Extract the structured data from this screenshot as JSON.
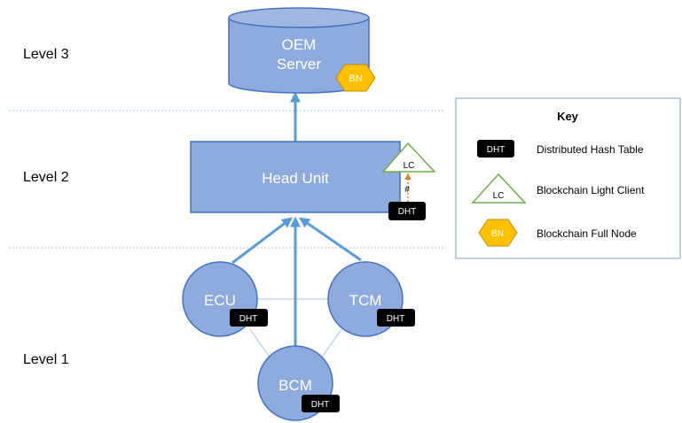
{
  "levels": {
    "level3": "Level 3",
    "level2": "Level 2",
    "level1": "Level 1"
  },
  "nodes": {
    "oem_server": {
      "line1": "OEM",
      "line2": "Server",
      "badge": "BN"
    },
    "head_unit": {
      "label": "Head Unit",
      "badge": "DHT",
      "light_client": "LC",
      "hash_symbol": "#"
    },
    "ecu": {
      "label": "ECU",
      "badge": "DHT"
    },
    "tcm": {
      "label": "TCM",
      "badge": "DHT"
    },
    "bcm": {
      "label": "BCM",
      "badge": "DHT"
    }
  },
  "key": {
    "title": "Key",
    "items": [
      {
        "symbol": "DHT",
        "label": "Distributed Hash Table"
      },
      {
        "symbol": "LC",
        "label": "Blockchain Light Client"
      },
      {
        "symbol": "BN",
        "label": "Blockchain Full Node"
      }
    ]
  },
  "colors": {
    "node_fill": "#8faadc",
    "node_stroke": "#4472c4",
    "edge": "#5b9bd5",
    "thin_edge": "#a9c4e4",
    "divider": "#9dc3e6",
    "badge_bg": "#000000",
    "badge_text": "#ffffff",
    "node_text": "#ffffff",
    "bn_fill": "#ffc000",
    "bn_stroke": "#bf9000",
    "lc_stroke": "#70ad47",
    "hash_arrow": "#ed7d31",
    "key_border": "#7f9fbf"
  }
}
